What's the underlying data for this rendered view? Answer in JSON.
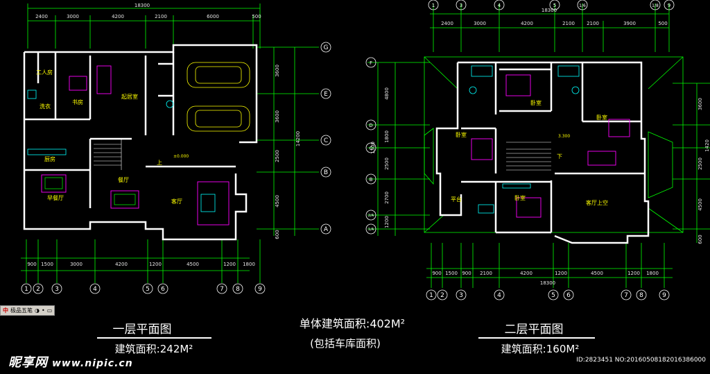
{
  "plan1": {
    "top_total": "18300",
    "top_dims": [
      "2400",
      "3000",
      "4200",
      "2100",
      "6000",
      "500"
    ],
    "right_dims": [
      "3600",
      "3600",
      "14200",
      "2500",
      "4500",
      "600"
    ],
    "bottom_dims": [
      "900",
      "1500",
      "3000",
      "4200",
      "1200",
      "4500",
      "1200",
      "1800"
    ],
    "axis_numbers": [
      "1",
      "2",
      "3",
      "4",
      "5",
      "6",
      "7",
      "8",
      "9"
    ],
    "axis_letters": [
      "G",
      "E",
      "C",
      "B",
      "A"
    ],
    "rooms": {
      "worker": "工人房",
      "laundry": "洗衣",
      "study": "书房",
      "living_small": "起居室",
      "kitchen": "厨房",
      "breakfast": "早餐厅",
      "dining": "餐厅",
      "living": "客厅",
      "up": "上",
      "elev": "±0.000"
    }
  },
  "plan2": {
    "top_total": "18300",
    "top_dims": [
      "2400",
      "3000",
      "4200",
      "2100",
      "2100",
      "3900",
      "500"
    ],
    "left_letters": [
      "F",
      "D",
      "C",
      "B",
      "2/A",
      "1/A"
    ],
    "left_dims": [
      "4800",
      "1800",
      "1300",
      "2500",
      "2700",
      "1200"
    ],
    "right_dims": [
      "3600",
      "2500",
      "4500",
      "600",
      "1420"
    ],
    "bottom_dims": [
      "900",
      "1500",
      "900",
      "2100",
      "4200",
      "1200",
      "4500",
      "1200",
      "1800"
    ],
    "bottom_total": "18300",
    "axis_numbers": [
      "1",
      "2",
      "3",
      "4",
      "5",
      "6",
      "7",
      "8",
      "9"
    ],
    "top_axis": [
      "1",
      "3",
      "4",
      "5",
      "1/6",
      "1/8",
      "9"
    ],
    "rooms": {
      "bed1": "卧室",
      "bed2": "卧室",
      "bed3": "卧室",
      "bed4": "卧室",
      "platform": "平台",
      "void": "客厅上空",
      "down": "下",
      "dim_3300": "3.300"
    }
  },
  "captions": {
    "floor1_title": "一层平面图",
    "floor1_area": "建筑面积:242M²",
    "total_area": "单体建筑面积:402M²",
    "total_note": "(包括车库面积)",
    "floor2_title": "二层平面图",
    "floor2_area": "建筑面积:160M²"
  },
  "toolbar": {
    "label": "极品五笔"
  },
  "watermark": {
    "brand": "昵享网",
    "url": "www.nipic.cn"
  },
  "image_id": "ID:2823451 NO:20160508182016386000",
  "colors": {
    "wall": "#ffffff",
    "axis": "#00ff00",
    "room_text": "#ffff00",
    "furniture": "#ff00ff",
    "fixture": "#00ffff",
    "car": "#ffff00",
    "background": "#000000"
  }
}
